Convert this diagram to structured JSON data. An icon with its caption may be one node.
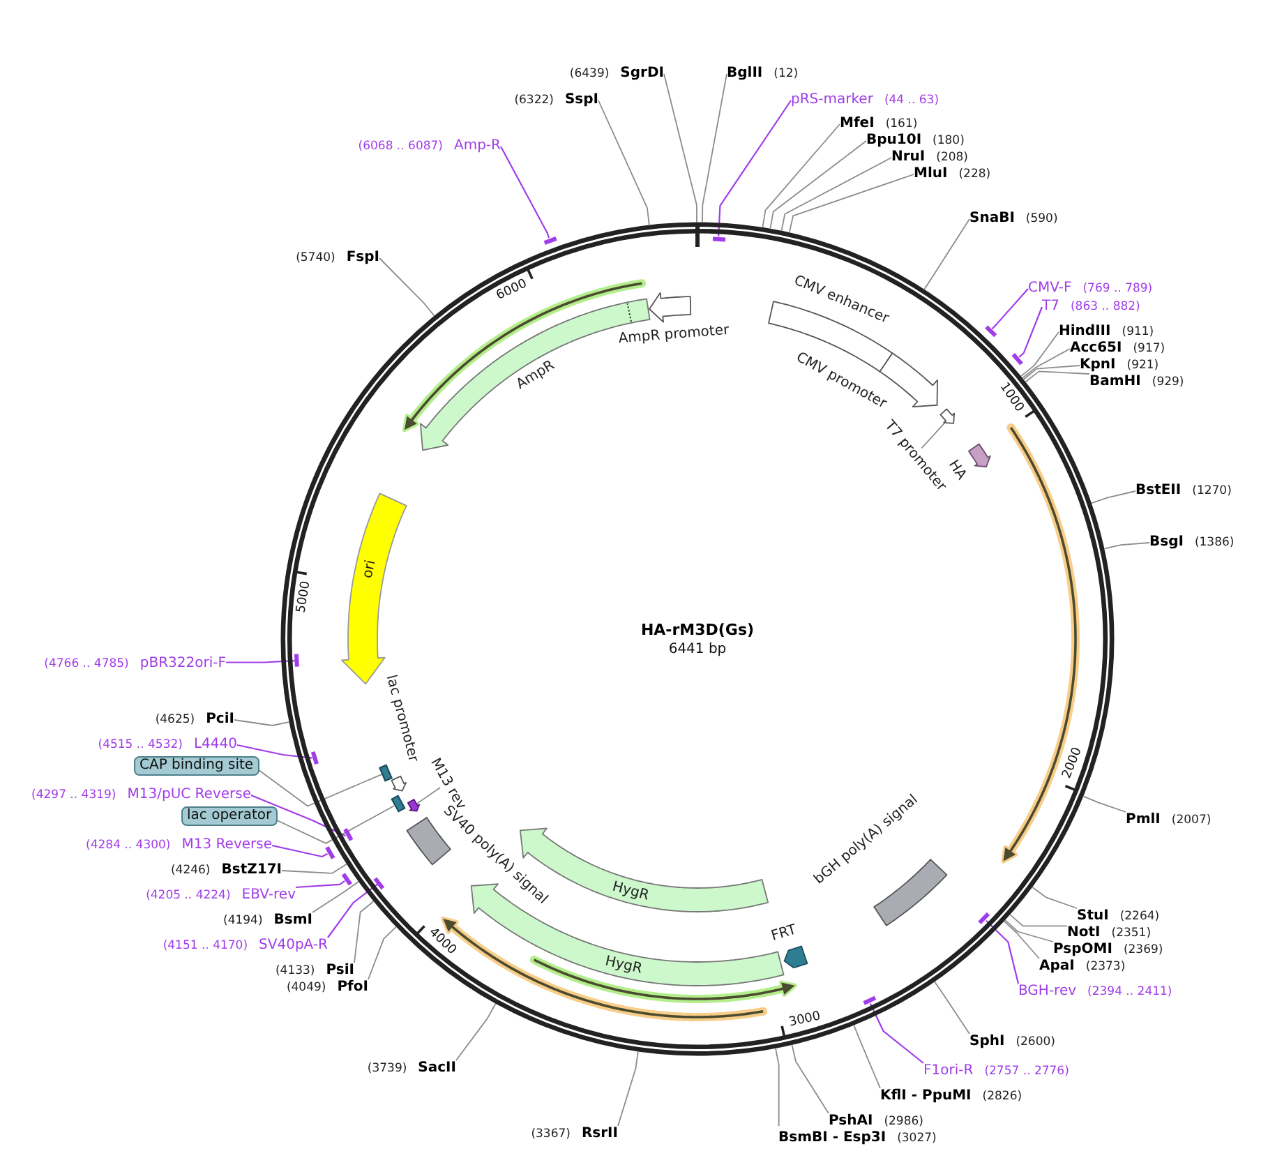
{
  "diagram": {
    "nodes": [
      {
        "text": [
          "HA-rM3D(Gs)",
          "6441 bp"
        ]
      },
      {
        "text": [
          "(6439)",
          "SgrDI"
        ]
      },
      {
        "text": [
          "BglII",
          "(12)"
        ]
      },
      {
        "text": [
          "(6322)",
          "SspI"
        ]
      },
      {
        "text": [
          "pRS-marker",
          "(44 .. 63)"
        ]
      },
      {
        "text": [
          "MfeI",
          "(161)"
        ]
      },
      {
        "text": [
          "Bpu10I",
          "(180)"
        ]
      },
      {
        "text": [
          "(6068 .. 6087)",
          "Amp-R"
        ]
      },
      {
        "text": [
          "NruI",
          "(208)"
        ]
      },
      {
        "text": [
          "MluI",
          "(228)"
        ]
      },
      {
        "text": [
          "SnaBI",
          "(590)"
        ]
      },
      {
        "text": [
          "(5740)",
          "FspI"
        ]
      },
      {
        "text": [
          "CMV-F",
          "(769 .. 789)"
        ]
      },
      {
        "text": [
          "T7",
          "(863 .. 882)"
        ]
      },
      {
        "text": [
          "HindIII",
          "(911)"
        ]
      },
      {
        "text": [
          "AmpR promoter"
        ],
        "in": 0
      },
      {
        "text": [
          "CMV enhancer"
        ],
        "in": 0
      },
      {
        "text": [
          "Acc65I",
          "(917)"
        ]
      },
      {
        "text": [
          "KpnI",
          "(921)"
        ]
      },
      {
        "text": [
          "AmpR"
        ],
        "in": 0
      },
      {
        "text": [
          "BamHI",
          "(929)"
        ]
      },
      {
        "text": [
          "CMV promoter"
        ],
        "in": 0
      },
      {
        "text": [
          "T7 promoter"
        ],
        "in": 0
      },
      {
        "text": [
          "HA"
        ],
        "in": 0
      },
      {
        "text": [
          "BstEII",
          "(1270)"
        ]
      },
      {
        "text": [
          "BsgI",
          "(1386)"
        ]
      },
      {
        "text": [
          "ori"
        ],
        "in": 0
      },
      {
        "text": [
          "(4766 .. 4785)",
          "pBR322ori-F"
        ]
      },
      {
        "text": [
          "(4625)",
          "PciI"
        ]
      },
      {
        "text": [
          "lac promoter"
        ],
        "in": 0
      },
      {
        "text": [
          "(4515 .. 4532)",
          "L4440"
        ]
      },
      {
        "text": [
          "CAP binding site"
        ]
      },
      {
        "text": [
          "M13 rev"
        ],
        "in": 0
      },
      {
        "text": [
          "(4297 .. 4319)",
          "M13/pUC Reverse"
        ]
      },
      {
        "text": [
          "lac operator"
        ]
      },
      {
        "text": [
          "PmlI",
          "(2007)"
        ]
      },
      {
        "text": [
          "(4284 .. 4300)",
          "M13 Reverse"
        ]
      },
      {
        "text": [
          "SV40 poly(A) signal"
        ],
        "in": 0
      },
      {
        "text": [
          "(4246)",
          "BstZ17I"
        ]
      },
      {
        "text": [
          "bGH poly(A) signal"
        ],
        "in": 0
      },
      {
        "text": [
          "HygR"
        ],
        "in": 0
      },
      {
        "text": [
          "(4205 .. 4224)",
          "EBV-rev"
        ]
      },
      {
        "text": [
          "StuI",
          "(2264)"
        ]
      },
      {
        "text": [
          "(4194)",
          "BsmI"
        ]
      },
      {
        "text": [
          "NotI",
          "(2351)"
        ]
      },
      {
        "text": [
          "FRT"
        ],
        "in": 0
      },
      {
        "text": [
          "(4151 .. 4170)",
          "SV40pA-R"
        ]
      },
      {
        "text": [
          "PspOMI",
          "(2369)"
        ]
      },
      {
        "text": [
          "ApaI",
          "(2373)"
        ]
      },
      {
        "text": [
          "HygR"
        ],
        "in": 0
      },
      {
        "text": [
          "(4133)",
          "PsiI"
        ]
      },
      {
        "text": [
          "(4049)",
          "PfoI"
        ]
      },
      {
        "text": [
          "BGH-rev",
          "(2394 .. 2411)"
        ]
      },
      {
        "text": [
          "SphI",
          "(2600)"
        ]
      },
      {
        "text": [
          "(3739)",
          "SacII"
        ]
      },
      {
        "text": [
          "F1ori-R",
          "(2757 .. 2776)"
        ]
      },
      {
        "text": [
          "KflI - PpuMI",
          "(2826)"
        ]
      },
      {
        "text": [
          "PshAI",
          "(2986)"
        ]
      },
      {
        "text": [
          "(3367)",
          "RsrII"
        ]
      },
      {
        "text": [
          "BsmBI - Esp3I",
          "(3027)"
        ]
      },
      {
        "text": [],
        "shape": "arrow",
        "in": 0
      },
      {
        "text": [],
        "shape": "arrow",
        "in": 0
      },
      {
        "text": [],
        "shape": "box",
        "in": 0
      },
      {
        "text": [],
        "shape": "box",
        "in": 0
      },
      {
        "text": [],
        "shape": "bar",
        "in": 0
      },
      {
        "text": [],
        "shape": "bar"
      },
      {
        "text": [],
        "shape": "bar"
      },
      {
        "text": [],
        "shape": "bar"
      },
      {
        "text": [],
        "shape": "bar",
        "in": 0
      },
      {
        "text": [],
        "shape": "bar",
        "in": 0
      },
      {
        "text": [],
        "shape": "bar",
        "in": 0
      },
      {
        "text": [],
        "shape": "bar"
      },
      {
        "text": [],
        "shape": "bar"
      },
      {
        "text": [],
        "shape": "bar",
        "in": 0
      },
      {
        "text": [],
        "shape": "bar",
        "in": 0
      },
      {
        "text": [],
        "shape": "bar",
        "in": 0
      }
    ],
    "edges": [
      {
        "from": 1,
        "to": 0,
        "arrow": "none"
      },
      {
        "from": 2,
        "to": 0,
        "arrow": "none"
      },
      {
        "from": 3,
        "to": 0,
        "arrow": "none"
      },
      {
        "from": 4,
        "to": 64,
        "arrow": "none",
        "color": "#a03ce8"
      },
      {
        "from": 5,
        "to": 0,
        "arrow": "none"
      },
      {
        "from": 6,
        "to": 0,
        "arrow": "none"
      },
      {
        "from": 7,
        "to": 65,
        "arrow": "none",
        "color": "#a03ce8"
      },
      {
        "from": 8,
        "to": 0,
        "arrow": "none"
      },
      {
        "from": 9,
        "to": 0,
        "arrow": "none"
      },
      {
        "from": 10,
        "to": 0,
        "arrow": "none"
      },
      {
        "from": 11,
        "to": 0,
        "arrow": "none"
      },
      {
        "from": 12,
        "to": 66,
        "arrow": "none",
        "color": "#a03ce8"
      },
      {
        "from": 13,
        "to": 67,
        "arrow": "none",
        "color": "#a03ce8"
      },
      {
        "from": 14,
        "to": 0,
        "arrow": "none"
      },
      {
        "from": 17,
        "to": 0,
        "arrow": "none"
      },
      {
        "from": 18,
        "to": 0,
        "arrow": "none"
      },
      {
        "from": 20,
        "to": 0,
        "arrow": "none"
      },
      {
        "from": 22,
        "to": 60,
        "arrow": "none"
      },
      {
        "from": 24,
        "to": 0,
        "arrow": "none"
      },
      {
        "from": 25,
        "to": 0,
        "arrow": "none"
      },
      {
        "from": 27,
        "to": 68,
        "arrow": "none",
        "color": "#a03ce8"
      },
      {
        "from": 28,
        "to": 0,
        "arrow": "none"
      },
      {
        "from": 30,
        "to": 69,
        "arrow": "none",
        "color": "#a03ce8"
      },
      {
        "from": 31,
        "to": 62,
        "arrow": "none"
      },
      {
        "from": 32,
        "to": 61,
        "arrow": "none"
      },
      {
        "from": 33,
        "to": 70,
        "arrow": "none",
        "color": "#a03ce8"
      },
      {
        "from": 34,
        "to": 63,
        "arrow": "none"
      },
      {
        "from": 35,
        "to": 0,
        "arrow": "none"
      },
      {
        "from": 36,
        "to": 71,
        "arrow": "none",
        "color": "#a03ce8"
      },
      {
        "from": 38,
        "to": 0,
        "arrow": "none"
      },
      {
        "from": 41,
        "to": 72,
        "arrow": "none",
        "color": "#a03ce8"
      },
      {
        "from": 42,
        "to": 0,
        "arrow": "none"
      },
      {
        "from": 43,
        "to": 0,
        "arrow": "none"
      },
      {
        "from": 44,
        "to": 0,
        "arrow": "none"
      },
      {
        "from": 46,
        "to": 73,
        "arrow": "none",
        "color": "#a03ce8"
      },
      {
        "from": 47,
        "to": 0,
        "arrow": "none"
      },
      {
        "from": 48,
        "to": 0,
        "arrow": "none"
      },
      {
        "from": 50,
        "to": 0,
        "arrow": "none"
      },
      {
        "from": 51,
        "to": 0,
        "arrow": "none"
      },
      {
        "from": 52,
        "to": 74,
        "arrow": "none",
        "color": "#a03ce8"
      },
      {
        "from": 53,
        "to": 0,
        "arrow": "none"
      },
      {
        "from": 54,
        "to": 0,
        "arrow": "none"
      },
      {
        "from": 55,
        "to": 75,
        "arrow": "none",
        "color": "#a03ce8"
      },
      {
        "from": 56,
        "to": 0,
        "arrow": "none"
      },
      {
        "from": 57,
        "to": 0,
        "arrow": "none"
      },
      {
        "from": 58,
        "to": 0,
        "arrow": "none"
      },
      {
        "from": 59,
        "to": 0,
        "arrow": "none"
      }
    ],
    "labels": [
      "6000",
      "1000",
      "5000",
      "2000",
      "4000",
      "3000"
    ]
  }
}
